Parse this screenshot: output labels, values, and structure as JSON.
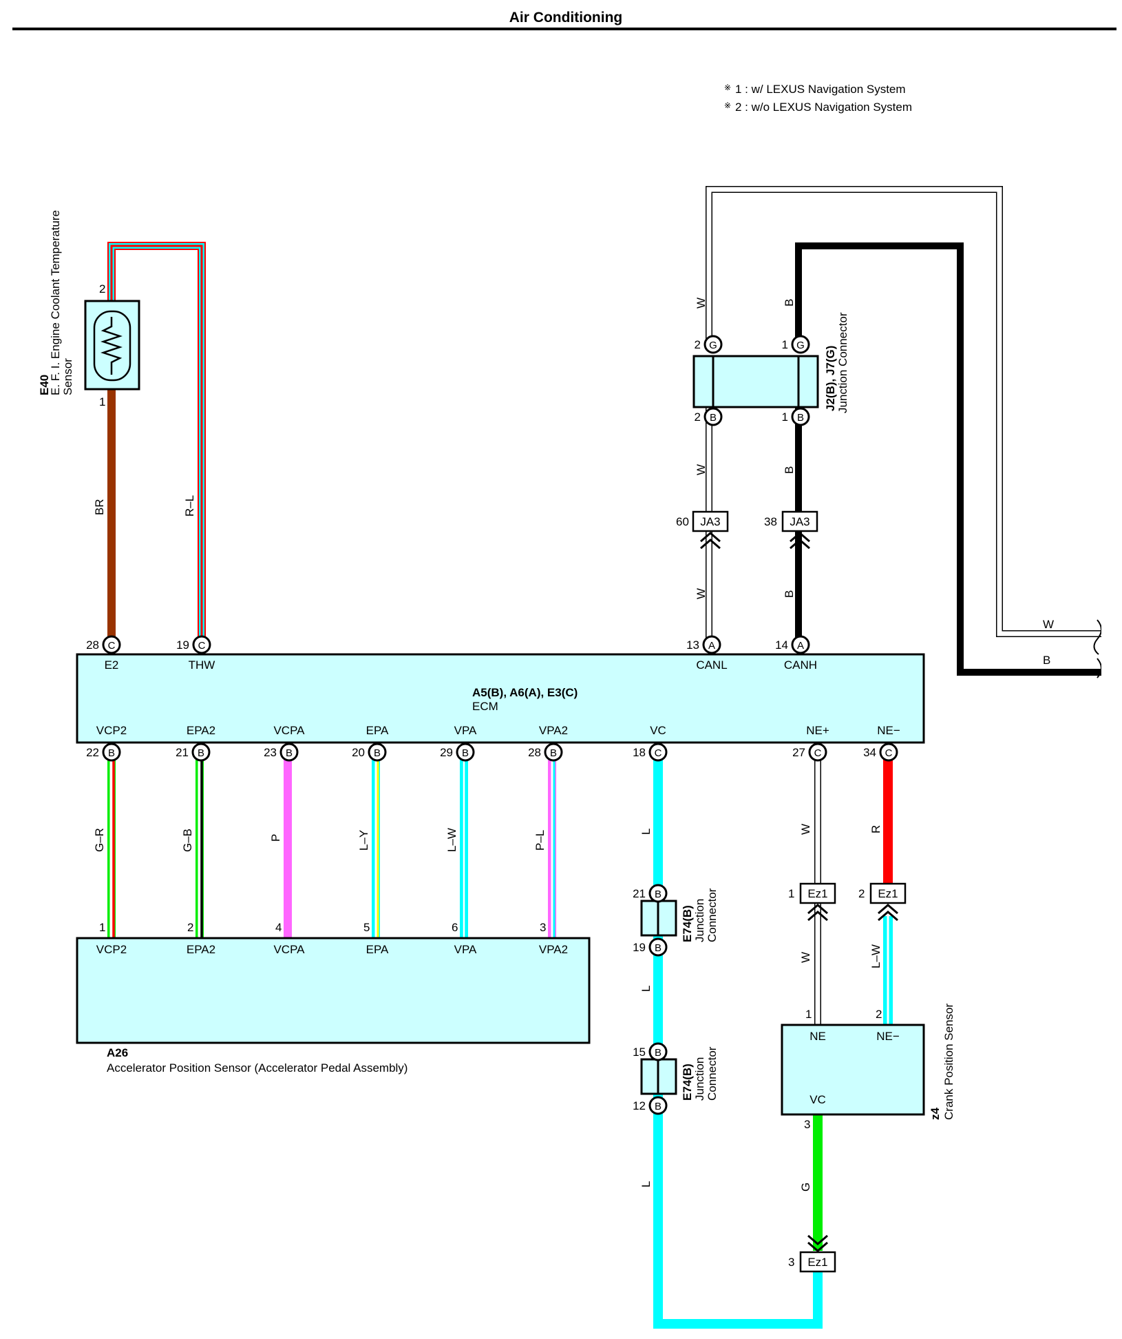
{
  "title": "Air Conditioning",
  "notes": [
    "1 : w/ LEXUS Navigation System",
    "2 : w/o LEXUS Navigation System"
  ],
  "note_marks": [
    "※",
    "※"
  ],
  "components": {
    "e40": {
      "code": "E40",
      "name_line1": "E. F. I.  Engine Coolant Temperature",
      "name_line2": "Sensor",
      "pin_top": "2",
      "pin_bottom": "1"
    },
    "ecm": {
      "code": "A5(B), A6(A), E3(C)",
      "name": "ECM",
      "top_terminals": [
        "E2",
        "THW",
        "CANL",
        "CANH"
      ],
      "bottom_terminals": [
        "VCP2",
        "EPA2",
        "VCPA",
        "EPA",
        "VPA",
        "VPA2",
        "VC",
        "NE+",
        "NE−"
      ]
    },
    "j2j7": {
      "code": "J2(B), J7(G)",
      "name": "Junction Connector"
    },
    "a26": {
      "code": "A26",
      "name": "Accelerator Position Sensor (Accelerator Pedal Assembly)",
      "terminals": [
        "VCP2",
        "EPA2",
        "VCPA",
        "EPA",
        "VPA",
        "VPA2"
      ],
      "pins": [
        "1",
        "2",
        "4",
        "5",
        "6",
        "3"
      ]
    },
    "e74": {
      "code": "E74(B)",
      "name_line1": "Junction",
      "name_line2": "Connector"
    },
    "z4": {
      "code": "z4",
      "name": "Crank Position Sensor",
      "terminals": [
        "NE",
        "NE−",
        "VC"
      ],
      "pins": [
        "1",
        "2",
        "3"
      ]
    }
  },
  "connectors": {
    "ecm_top": [
      {
        "pin": "28",
        "letter": "C"
      },
      {
        "pin": "19",
        "letter": "C"
      },
      {
        "pin": "13",
        "letter": "A"
      },
      {
        "pin": "14",
        "letter": "A"
      }
    ],
    "ecm_bottom": [
      {
        "pin": "22",
        "letter": "B"
      },
      {
        "pin": "21",
        "letter": "B"
      },
      {
        "pin": "23",
        "letter": "B"
      },
      {
        "pin": "20",
        "letter": "B"
      },
      {
        "pin": "29",
        "letter": "B"
      },
      {
        "pin": "28",
        "letter": "B"
      },
      {
        "pin": "18",
        "letter": "C"
      },
      {
        "pin": "27",
        "letter": "C"
      },
      {
        "pin": "34",
        "letter": "C"
      }
    ],
    "j_top": [
      {
        "pin": "2",
        "letter": "G"
      },
      {
        "pin": "1",
        "letter": "G"
      }
    ],
    "j_bottom": [
      {
        "pin": "2",
        "letter": "B"
      },
      {
        "pin": "1",
        "letter": "B"
      }
    ],
    "ja3": [
      {
        "pin": "60",
        "label": "JA3"
      },
      {
        "pin": "38",
        "label": "JA3"
      }
    ],
    "e74_upper": [
      {
        "pin": "21",
        "letter": "B"
      },
      {
        "pin": "19",
        "letter": "B"
      }
    ],
    "e74_lower": [
      {
        "pin": "15",
        "letter": "B"
      },
      {
        "pin": "12",
        "letter": "B"
      }
    ],
    "ez1": [
      {
        "pin": "1",
        "label": "Ez1"
      },
      {
        "pin": "2",
        "label": "Ez1"
      },
      {
        "pin": "3",
        "label": "Ez1"
      }
    ]
  },
  "wires": {
    "br": "BR",
    "rl": "R–L",
    "w": "W",
    "b": "B",
    "gr": "G–R",
    "gb": "G–B",
    "p": "P",
    "ly": "L–Y",
    "lw": "L–W",
    "pl": "P–L",
    "l": "L",
    "r": "R",
    "g": "G"
  },
  "colors": {
    "box_fill": "#ccffff",
    "brown": "#993300",
    "red": "#ff0000",
    "cyan": "#00ffff",
    "green": "#00ee00",
    "pink": "#ff66ff",
    "yellow": "#ffff00",
    "black": "#000000",
    "white": "#ffffff"
  }
}
